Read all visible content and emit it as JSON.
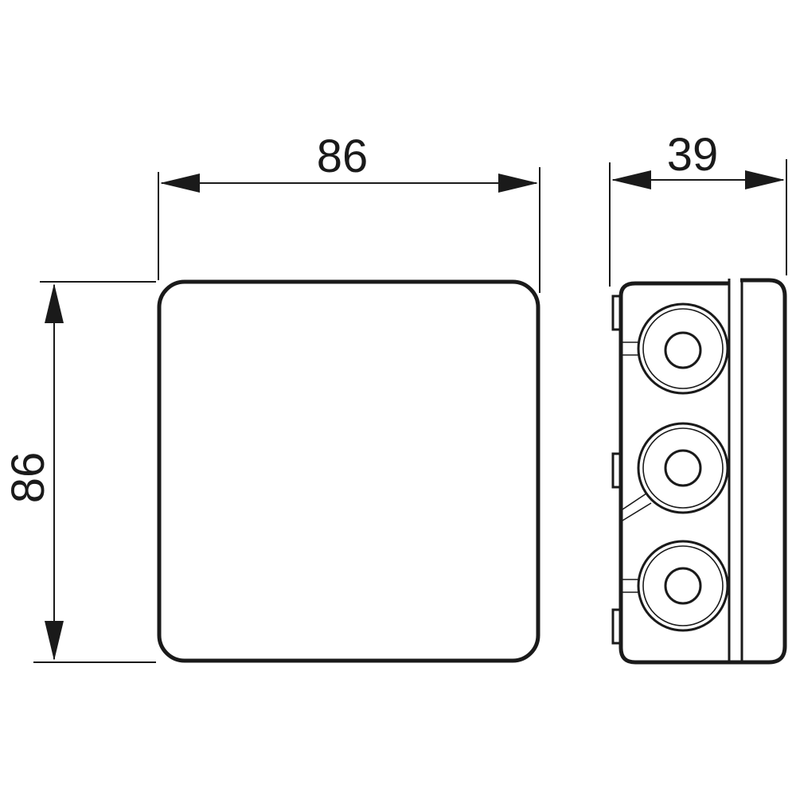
{
  "dimensions": {
    "front_width": "86",
    "front_height": "86",
    "side_depth": "39"
  },
  "colors": {
    "ink": "#1a1a1a",
    "background": "#ffffff"
  }
}
